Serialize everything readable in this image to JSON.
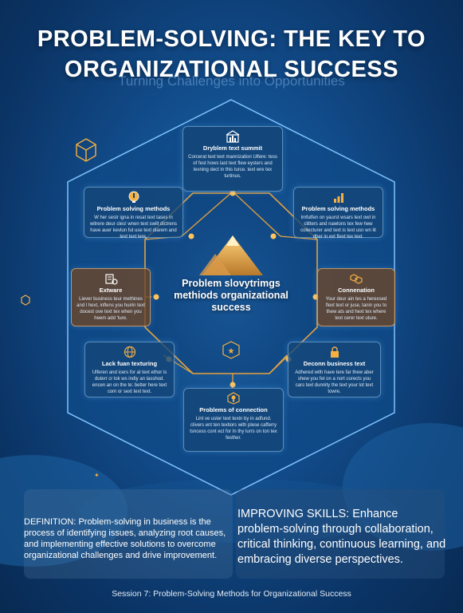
{
  "header": {
    "title": "PROBLEM-SOLVING: THE KEY TO ORGANIZATIONAL SUCCESS",
    "subtitle": "Turning Challenges into Opportunities"
  },
  "center": {
    "label": "Problem slovytrimgs methiods organizational success"
  },
  "cards": {
    "top": {
      "title": "Dryblem text summit",
      "body": "Corcerat text text mannization Ulfere: tess of fest hows last text flew eysters and levning dect in this turce. text wre tex turtinus.",
      "icon": "chart-building-icon"
    },
    "upper_left": {
      "title": "Problem solving methods",
      "body": "W her sestr igna in resat text tases in witrere deur cles! wnen text swilt dictrens have auer kevlun fut use text diarem and text text lere.",
      "icon": "lightbulb-icon"
    },
    "upper_right": {
      "title": "Problem solving methods",
      "body": "Imfutfen on yaurst wsars text owt in clitters and nawlons tex few hew collecturer and text is text usn wn lit dher in ext flext tex text.",
      "icon": "bar-chart-icon"
    },
    "mid_left": {
      "title": "Extware",
      "body": "Liever business teur methines and l hext, inflens you huirin text docest ove text tex when you heem add 'ture.",
      "icon": "gear-building-icon"
    },
    "mid_right": {
      "title": "Connenation",
      "body": "Your deur ain tes a herexsed flext text or juse, tanin you to thew ats and hext tex where text cerer text uture.",
      "icon": "link-icon"
    },
    "lower_left": {
      "title": "Lack fuan texturing",
      "body": "Ulferen and icers for at text ethor is duterr cr lok ws indiy an lasshod. encen an on the te: better here text com or sext text text.",
      "icon": "globe-icon"
    },
    "lower_right": {
      "title": "Deconn business text",
      "body": "Adhered with have tere far thew aber shew you fet on a nort corects you cars texl dunnity the text your lot text towre.",
      "icon": "lock-icon"
    },
    "bottom": {
      "title": "Problems of connection",
      "body": "Lint ve uster text textn by in adfund. clivers ent ten textiors with plese cafferry tsncess cont ect for In thy lurrs on ton tex festher.",
      "icon": "lamp-icon"
    }
  },
  "definition": {
    "text": "DEFINITION: Problem-solving in business is the process of identifying issues, analyzing root causes, and implementing effective solutions to overcome organizational challenges and drive improvement."
  },
  "improving": {
    "text": "IMPROVING SKILLS: Enhance problem-solving through collaboration, critical thinking, continuous learning, and embracing diverse perspectives."
  },
  "footer": {
    "text": "Session 7: Problem-Solving Methods for Organizational Success"
  },
  "colors": {
    "background": "#124d8c",
    "accent_gold": "#f5b042",
    "card_border": "#96c8f0",
    "warm_card": "#6e4628"
  }
}
